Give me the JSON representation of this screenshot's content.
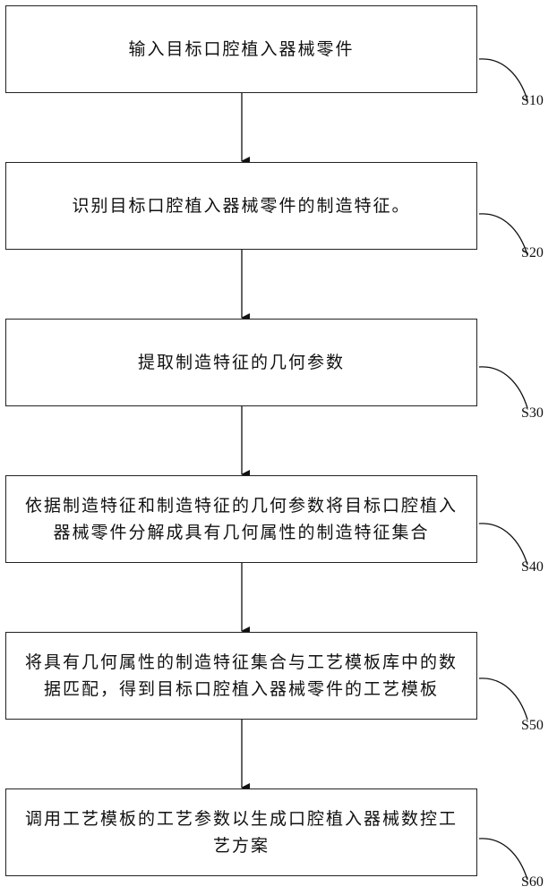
{
  "flowchart": {
    "steps": [
      {
        "id": "S10",
        "text": "输入目标口腔植入器械零件"
      },
      {
        "id": "S20",
        "text": "识别目标口腔植入器械零件的制造特征。"
      },
      {
        "id": "S30",
        "text": "提取制造特征的几何参数"
      },
      {
        "id": "S40",
        "text": "依据制造特征和制造特征的几何参数将目标口腔植入器械零件分解成具有几何属性的制造特征集合"
      },
      {
        "id": "S50",
        "text": "将具有几何属性的制造特征集合与工艺模板库中的数据匹配，得到目标口腔植入器械零件的工艺模板"
      },
      {
        "id": "S60",
        "text": "调用工艺模板的工艺参数以生成口腔植入器械数控工艺方案"
      }
    ]
  }
}
